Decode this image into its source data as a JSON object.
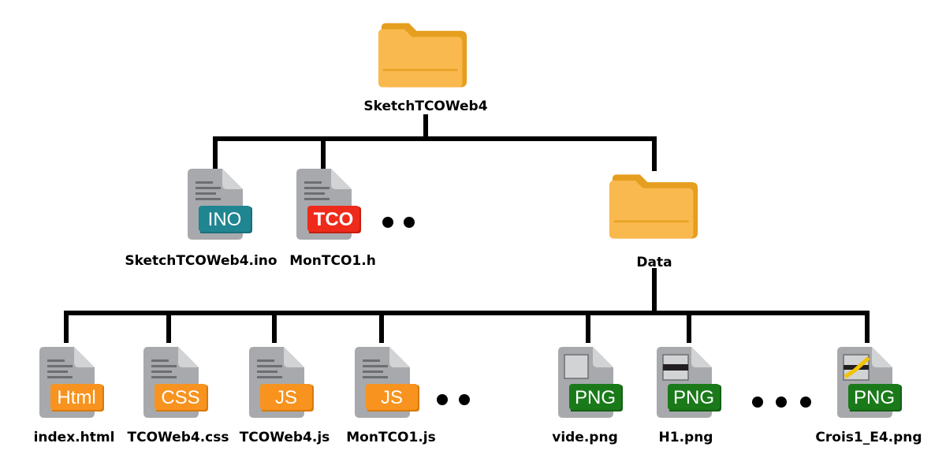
{
  "root": {
    "label": "SketchTCOWeb4"
  },
  "level1": [
    {
      "label": "SketchTCOWeb4.ino",
      "badge": "INO",
      "color": "#1f8591",
      "accent": "#1a6f7a",
      "bold": false,
      "thumb": ""
    },
    {
      "label": "MonTCO1.h",
      "badge": "TCO",
      "color": "#ee2a1a",
      "accent": "#c41e10",
      "bold": true,
      "thumb": ""
    },
    {
      "label": "Data",
      "type": "folder"
    }
  ],
  "level2": [
    {
      "label": "index.html",
      "badge": "Html",
      "color": "#f7931e",
      "accent": "#d97a0c",
      "thumb": ""
    },
    {
      "label": "TCOWeb4.css",
      "badge": "CSS",
      "color": "#f7931e",
      "accent": "#d97a0c",
      "thumb": ""
    },
    {
      "label": "TCOWeb4.js",
      "badge": "JS",
      "color": "#f7931e",
      "accent": "#d97a0c",
      "thumb": ""
    },
    {
      "label": "MonTCO1.js",
      "badge": "JS",
      "color": "#f7931e",
      "accent": "#d97a0c",
      "thumb": ""
    },
    {
      "label": "vide.png",
      "badge": "PNG",
      "color": "#1a7a1a",
      "accent": "#146014",
      "thumb": "blank"
    },
    {
      "label": "H1.png",
      "badge": "PNG",
      "color": "#1a7a1a",
      "accent": "#146014",
      "thumb": "stripe"
    },
    {
      "label": "Crois1_E4.png",
      "badge": "PNG",
      "color": "#1a7a1a",
      "accent": "#146014",
      "thumb": "cross"
    }
  ],
  "colors": {
    "folder": "#f9b94e",
    "folder_dark": "#e59e1f",
    "file": "#a7a9ac",
    "lines": "#000000"
  },
  "icons": {
    "folder": "folder-icon",
    "file": "file-icon"
  }
}
